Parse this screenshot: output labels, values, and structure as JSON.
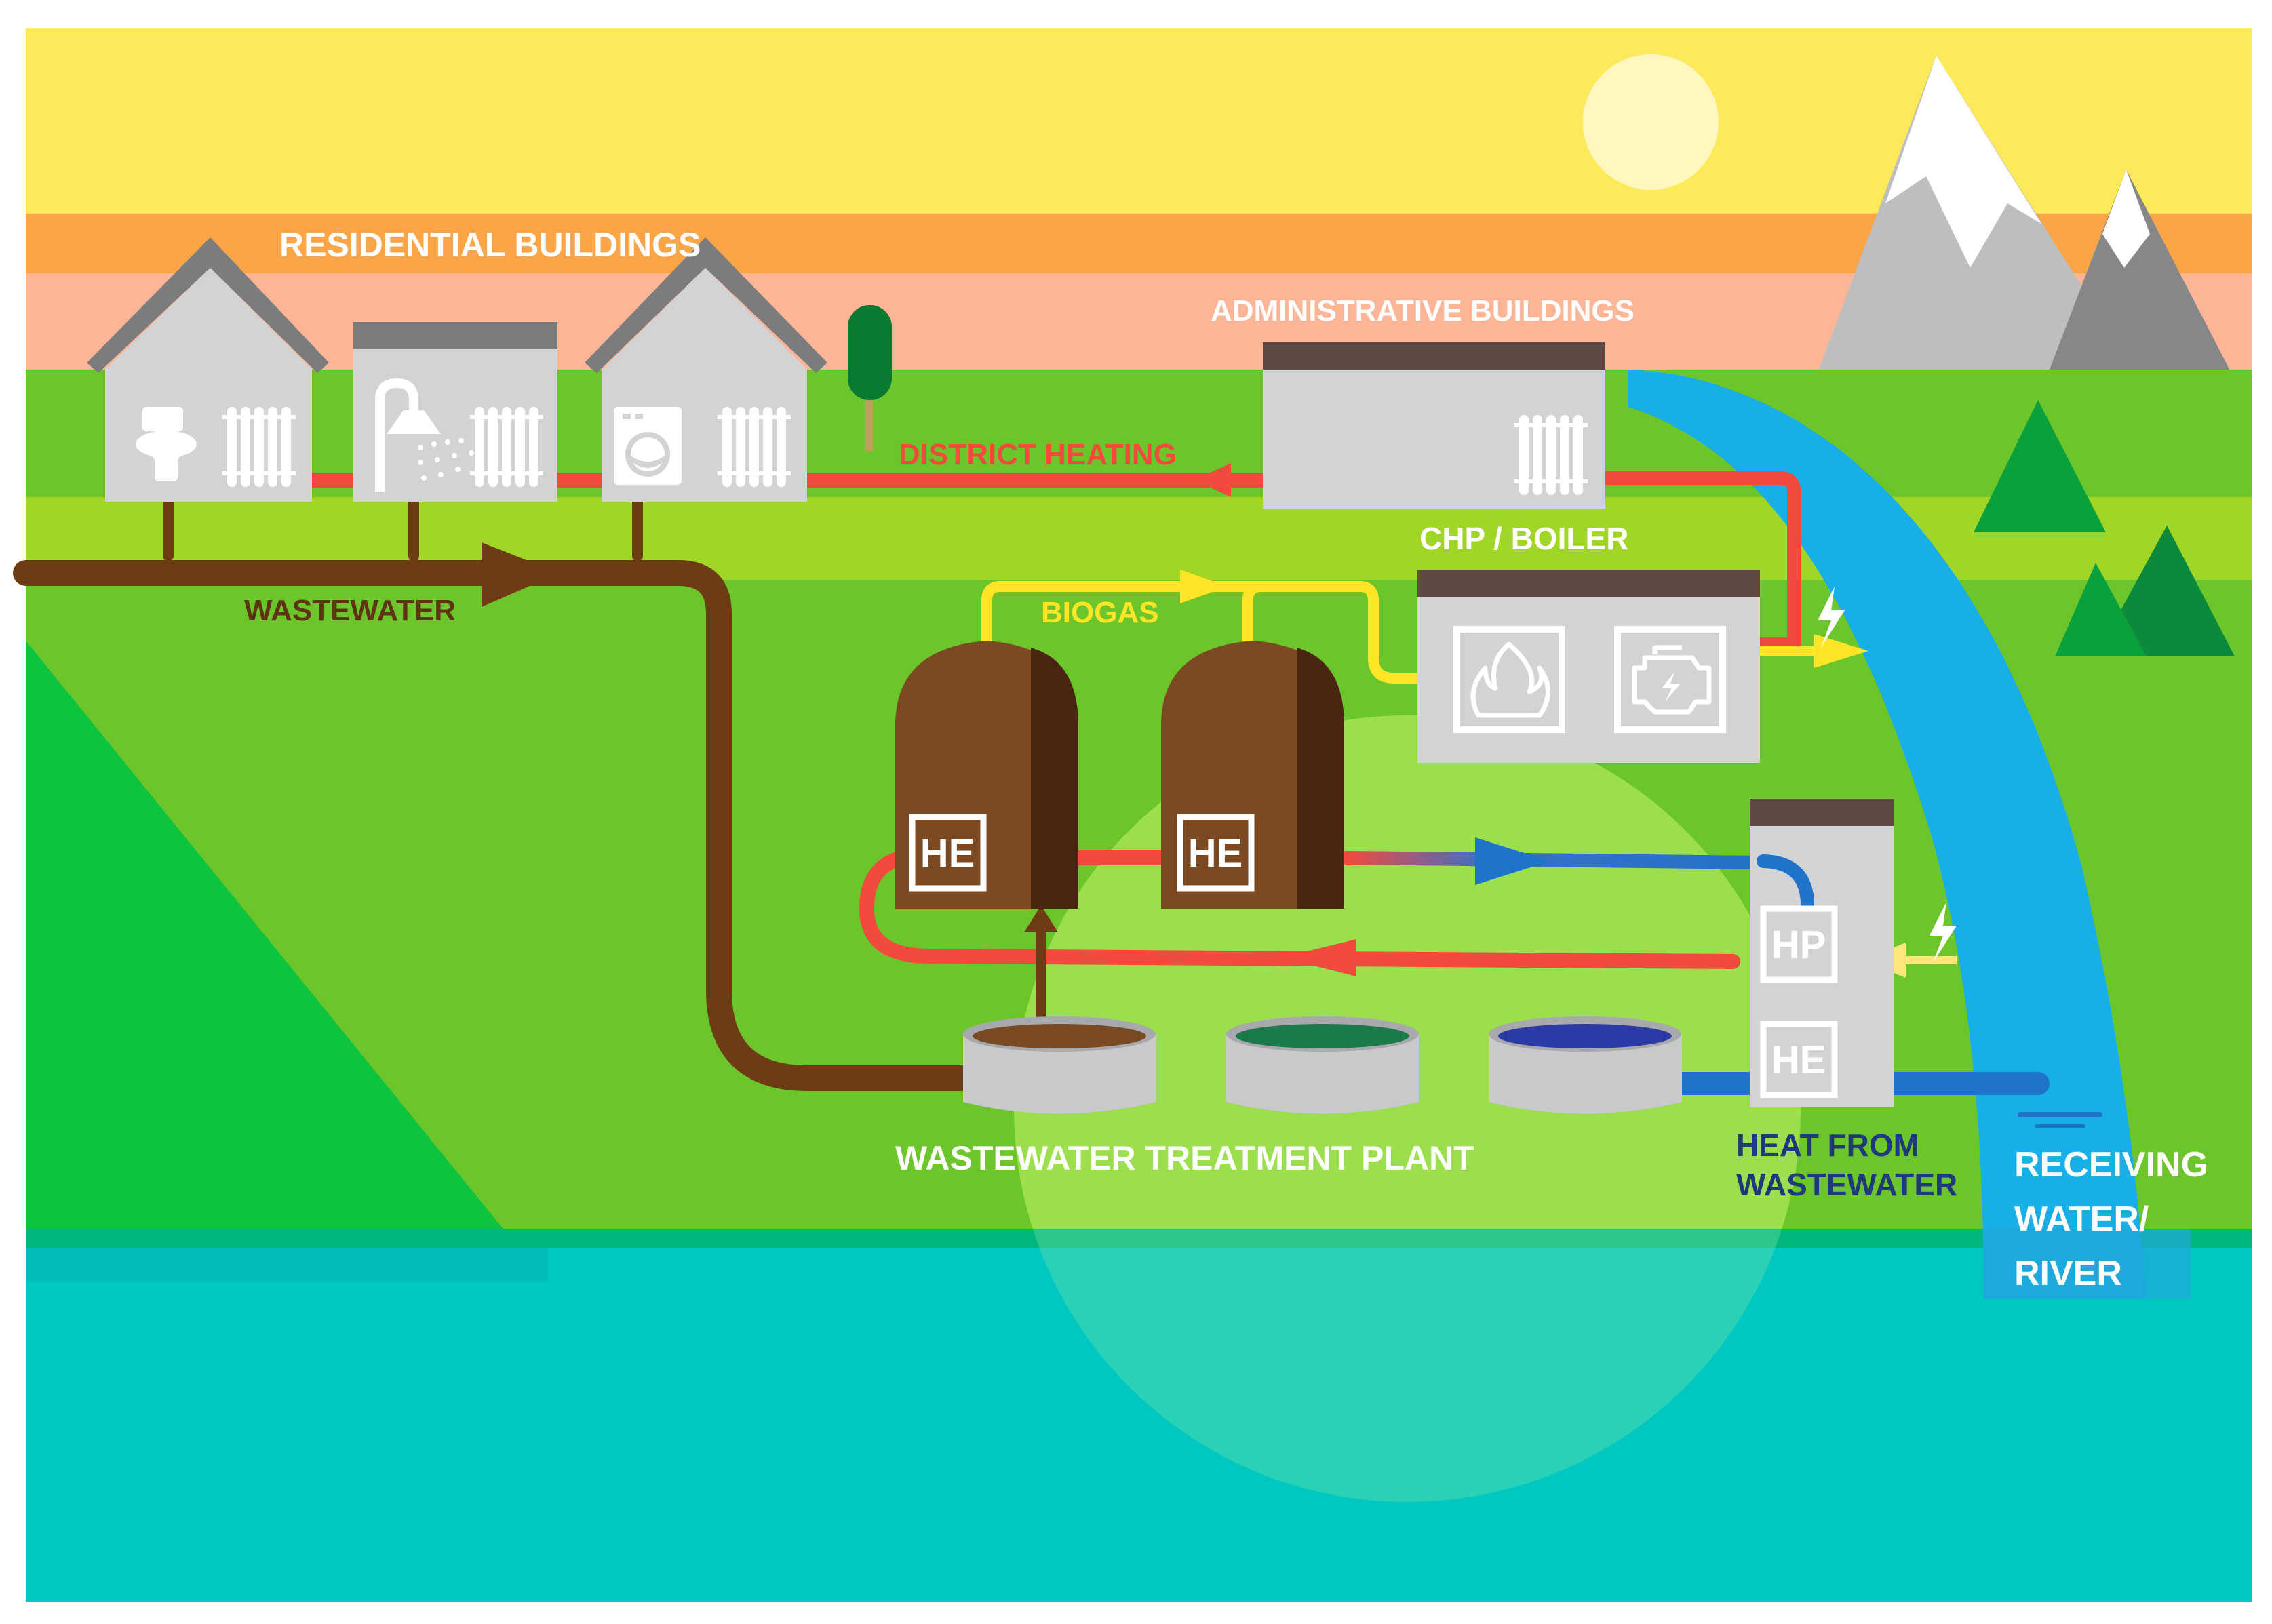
{
  "labels": {
    "residential": "RESIDENTIAL BUILDINGS",
    "administrative": "ADMINISTRATIVE BUILDINGS",
    "district_heating": "DISTRICT HEATING",
    "wastewater": "WASTEWATER",
    "biogas": "BIOGAS",
    "chp_boiler": "CHP /  BOILER",
    "treatment_plant": "WASTEWATER TREATMENT PLANT",
    "heat_from_wastewater": [
      "HEAT FROM",
      "WASTEWATER"
    ],
    "receiving_water": [
      "RECEIVING",
      "WATER/",
      "RIVER"
    ]
  },
  "boxes": {
    "he": "HE",
    "hp": "HP"
  },
  "icons": [
    "sun-icon",
    "mountain-icon",
    "tree-icon",
    "toilet-icon",
    "shower-icon",
    "washing-machine-icon",
    "radiator-icon",
    "flame-icon",
    "engine-icon",
    "lightning-icon"
  ],
  "colors": {
    "sky": "#fde95a",
    "district_heating": "#f24a3c",
    "wastewater": "#6e3c14",
    "biogas": "#ffe526",
    "treated_water": "#1f73c8",
    "river": "#18aee8",
    "digester": "#7c4a22",
    "ground": "#6cc52a",
    "lake": "#00c8c1"
  }
}
